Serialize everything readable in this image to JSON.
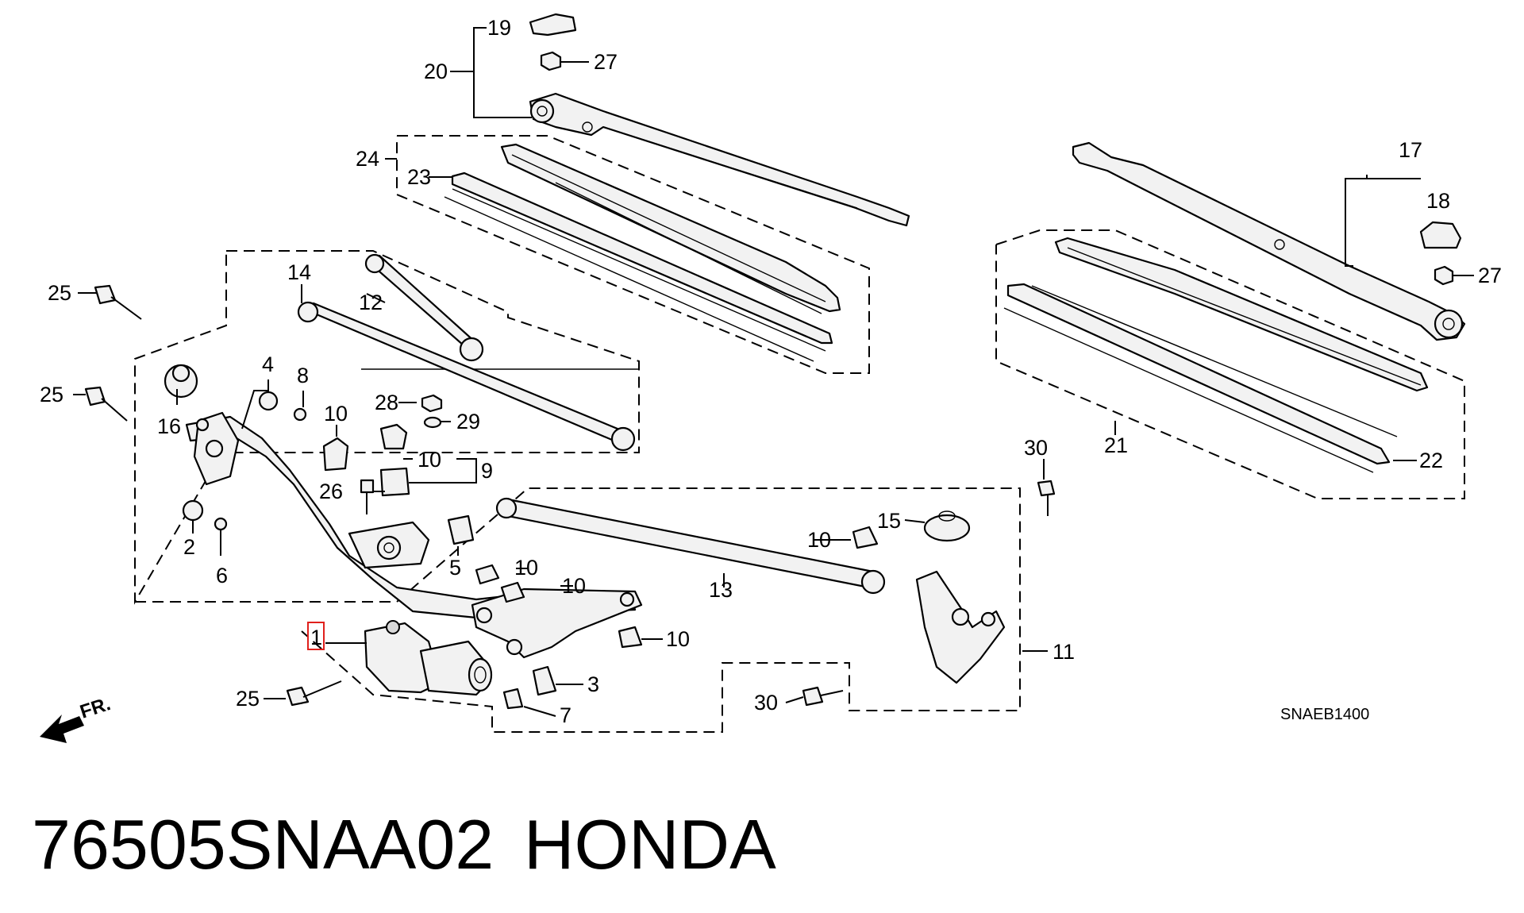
{
  "diagram": {
    "callouts": {
      "c1": "1",
      "c2": "2",
      "c3": "3",
      "c4": "4",
      "c5": "5",
      "c6": "6",
      "c7": "7",
      "c8": "8",
      "c9": "9",
      "c10a": "10",
      "c10b": "10",
      "c10c": "10",
      "c10d": "10",
      "c10e": "10",
      "c10f": "10",
      "c11": "11",
      "c12": "12",
      "c13": "13",
      "c14": "14",
      "c15": "15",
      "c16": "16",
      "c17": "17",
      "c18": "18",
      "c19": "19",
      "c20": "20",
      "c21": "21",
      "c22": "22",
      "c23": "23",
      "c24": "24",
      "c25a": "25",
      "c25b": "25",
      "c25c": "25",
      "c26": "26",
      "c27a": "27",
      "c27b": "27",
      "c28": "28",
      "c29": "29",
      "c30a": "30",
      "c30b": "30"
    },
    "front_marker": "FR.",
    "diagram_code": "SNAEB1400",
    "highlighted_callout": "1",
    "highlight_color": "#e0201c"
  },
  "footer": {
    "part_number": "76505SNAA02",
    "brand": "HONDA"
  }
}
